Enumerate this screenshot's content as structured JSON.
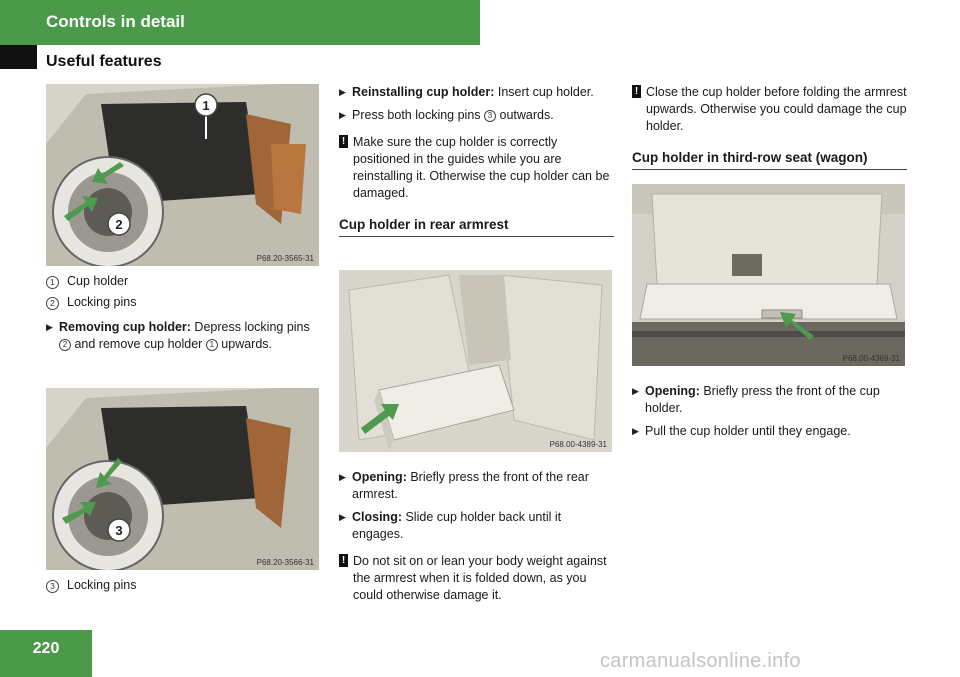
{
  "header": {
    "chapter": "Controls in detail",
    "section": "Useful features"
  },
  "page_number": "220",
  "watermark": "carmanualsonline.info",
  "figures": [
    {
      "code": "P68.20-3565-31",
      "callouts": [
        "1",
        "2"
      ]
    },
    {
      "code": "P68.20-3566-31",
      "callouts": [
        "3"
      ]
    },
    {
      "code": "P68.00-4389-31"
    },
    {
      "code": "P68.00-4369-31"
    }
  ],
  "left": {
    "legend1": [
      {
        "num": "1",
        "text": "Cup holder"
      },
      {
        "num": "2",
        "text": "Locking pins"
      }
    ],
    "step_removing": {
      "label": "Removing cup holder:",
      "t1": " Depress locking pins ",
      "r1": "2",
      "t2": " and remove cup holder ",
      "r2": "1",
      "t3": " upwards."
    },
    "legend2": [
      {
        "num": "3",
        "text": "Locking pins"
      }
    ]
  },
  "middle": {
    "step_reinstall": {
      "label": "Reinstalling cup holder:",
      "text": " Insert cup holder."
    },
    "step_press": {
      "t1": "Press both locking pins ",
      "r1": "3",
      "t2": " outwards."
    },
    "note1": "Make sure the cup holder is correctly positioned in the guides while you are reinstalling it. Otherwise the cup holder can be damaged.",
    "heading": "Cup holder in rear armrest",
    "step_open": {
      "label": "Opening:",
      "text": " Briefly press the front of the rear armrest."
    },
    "step_close": {
      "label": "Closing:",
      "text": " Slide cup holder back until it engages."
    },
    "note2": "Do not sit on or lean your body weight against the armrest when it is folded down, as you could otherwise damage it."
  },
  "right": {
    "note": "Close the cup holder before folding the armrest upwards. Otherwise you could damage the cup holder.",
    "heading": "Cup holder in third-row seat (wagon)",
    "step_open": {
      "label": "Opening:",
      "text": " Briefly press the front of the cup holder."
    },
    "step_pull": {
      "text": "Pull the cup holder until they engage."
    }
  },
  "colors": {
    "band": "#4a9a4a",
    "arrow": "#4e9a4e"
  }
}
